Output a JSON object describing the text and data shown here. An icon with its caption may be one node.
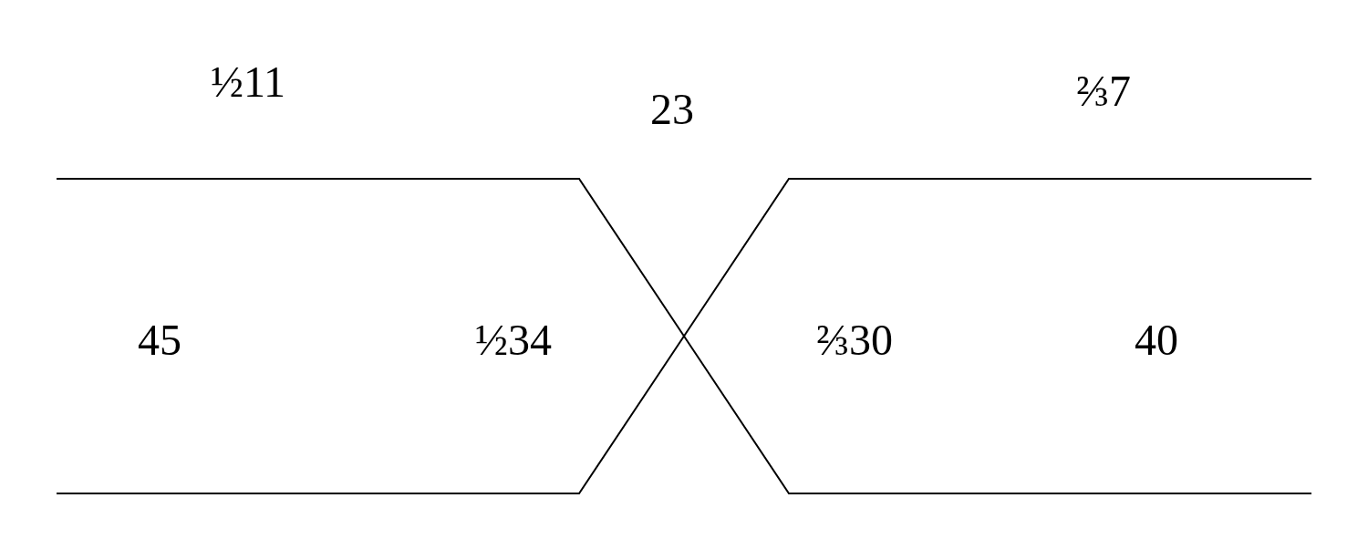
{
  "diagram": {
    "labels": [
      "½11",
      "23",
      "⅔7",
      "45",
      "½34",
      "⅔30",
      "40"
    ]
  }
}
